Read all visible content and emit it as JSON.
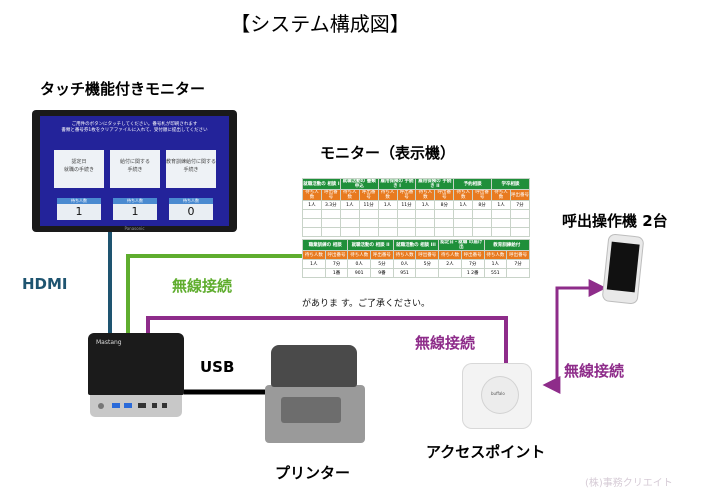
{
  "title": "【システム構成図】",
  "labels": {
    "touch_monitor": "タッチ機能付きモニター",
    "display_monitor": "モニター（表示機）",
    "caller_device": "呼出操作機 2台",
    "hdmi": "HDMI",
    "usb": "USB",
    "wireless_green": "無線接続",
    "wireless_purple": "無線接続",
    "wireless_right": "無線接続",
    "access_point": "アクセスポイント",
    "printer": "プリンター",
    "watermark": "(株)事務クリエイト"
  },
  "touch_screen": {
    "message": "ご用件のボタンにタッチしてください。番号札が印刷されます\n書類と番号券1枚をクリアファイルに入れて、受付順に提出してください",
    "buttons": [
      "認定日\n就職の手続き",
      "給付に関する\n手続き",
      "教育訓練給付に関する\n手続き"
    ],
    "number_caption": "待ち人数",
    "numbers": [
      "1",
      "1",
      "0"
    ],
    "footer": "Panasonic"
  },
  "display_table": {
    "top_headers": [
      "就職活動の\n相談 I",
      "就職活動の\n書類申込",
      "雇用保険の\n手続き I",
      "雇用保険の\n手続き II",
      "予約相談",
      "学卒相談"
    ],
    "bottom_headers": [
      "職業訓練の\n相談",
      "就職活動の\n相談 II",
      "就職活動の\n相談 III",
      "認定日・就職\nの届け出",
      "教育訓練給付"
    ],
    "sub_header_a": "待ち人数",
    "sub_header_b": "呼出番号",
    "top_values": [
      "1人",
      "3.3分",
      "1人",
      "11分",
      "1人",
      "11分",
      "1人",
      "8分",
      "1人",
      "8分",
      "1人",
      "7分"
    ],
    "bottom_values": [
      "1人",
      "7分",
      "0人",
      "5分",
      "0人",
      "5分",
      "2人",
      "7分",
      "1人",
      "7分"
    ],
    "bottom_called": [
      "",
      "1番",
      "901",
      "9番",
      "951",
      "",
      "",
      "1 2番",
      "551",
      ""
    ],
    "note": "がありま す。ご了承ください。"
  },
  "pc_brand": "Mastang",
  "access_point_brand": "buffalo",
  "colors": {
    "hdmi": "#1e5470",
    "green": "#5fad2e",
    "purple": "#8e2c8a",
    "table_header": "#1f8f3a",
    "table_subheader": "#e87a1f"
  }
}
